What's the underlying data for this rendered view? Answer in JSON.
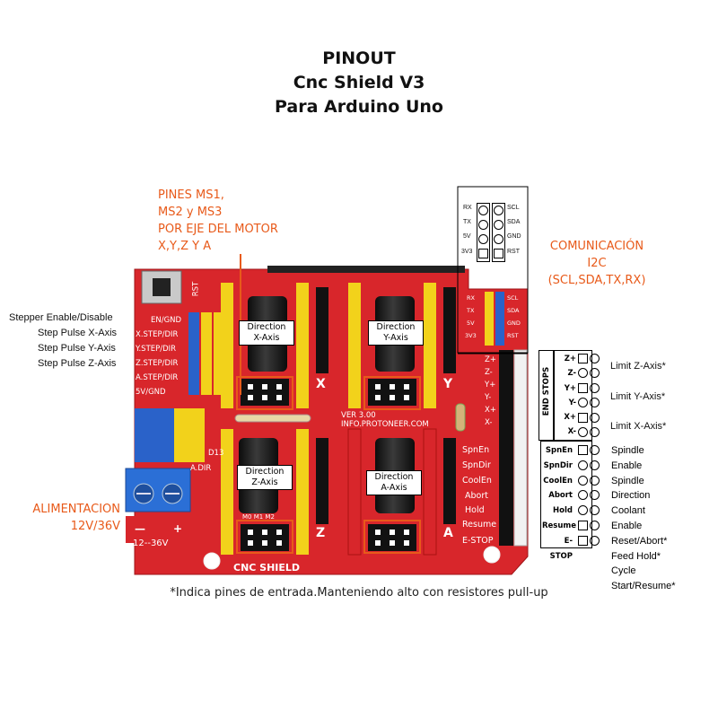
{
  "title": {
    "line1": "PINOUT",
    "line2": "Cnc Shield V3",
    "line3": "Para Arduino Uno"
  },
  "annotations": {
    "ms_pins": [
      "PINES MS1,",
      "MS2 y MS3",
      "POR EJE DEL MOTOR",
      "X,Y,Z Y A"
    ],
    "i2c": [
      "COMUNICACIÓN",
      "I2C",
      "(SCL,SDA,TX,RX)"
    ],
    "power": [
      "ALIMENTACION",
      "12V/36V"
    ],
    "left_labels": [
      "Stepper Enable/Disable",
      "Step Pulse X-Axis",
      "Step Pulse Y-Axis",
      "Step Pulse Z-Axis"
    ],
    "footnote": "*Indica pines de entrada.Manteniendo alto con resistores pull-up"
  },
  "direction_tags": {
    "x": [
      "Direction",
      "X-Axis"
    ],
    "y": [
      "Direction",
      "Y-Axis"
    ],
    "z": [
      "Direction",
      "Z-Axis"
    ],
    "a": [
      "Direction",
      "A-Axis"
    ]
  },
  "board": {
    "name": "CNC SHIELD",
    "version": "VER 3.00",
    "url": "INFO.PROTONEER.COM",
    "rst": "RST",
    "power_range": "12--36V",
    "power_minus": "—",
    "power_plus": "+",
    "left_header": [
      "EN/GND",
      "X.STEP/DIR",
      "Y.STEP/DIR",
      "Z.STEP/DIR",
      "A.STEP/DIR",
      "5V/GND"
    ],
    "axis_letters": [
      "X",
      "Y",
      "Z",
      "A"
    ],
    "driver_pins": "M0 M1 M2",
    "a_dir": "A.DIR",
    "d13": "D13",
    "endstops_silk": [
      "Z+",
      "Z-",
      "Y+",
      "Y-",
      "X+",
      "X-"
    ],
    "spindle_silk": [
      "SpnEn",
      "SpnDir",
      "CoolEn",
      "Abort",
      "Hold",
      "Resume",
      "E-STOP"
    ],
    "i2c_silk_left": [
      "RX",
      "TX",
      "5V",
      "3V3"
    ],
    "i2c_silk_right": [
      "SCL",
      "SDA",
      "GND",
      "RST"
    ]
  },
  "inset": {
    "left": [
      "RX",
      "TX",
      "5V",
      "3V3"
    ],
    "right": [
      "SCL",
      "SDA",
      "GND",
      "RST"
    ]
  },
  "pin_table": {
    "end_stops_label": "END STOPS",
    "end_stops": [
      "Z+",
      "Z-",
      "Y+",
      "Y-",
      "X+",
      "X-"
    ],
    "limits": [
      "Limit Z-Axis*",
      "Limit Y-Axis*",
      "Limit X-Axis*"
    ],
    "controls": [
      "SpnEn",
      "SpnDir",
      "CoolEn",
      "Abort",
      "Hold",
      "Resume",
      "E-STOP"
    ],
    "descriptions": [
      "Spindle Enable",
      "Spindle Direction",
      "Coolant Enable",
      "Reset/Abort*",
      "Feed Hold*",
      "Cycle Start/Resume*"
    ]
  },
  "colors": {
    "board": "#d8262b",
    "header_yellow": "#f2d21b",
    "header_blue": "#2a62c9",
    "annotation": "#e85a1a",
    "capacitor": "#1c1c1c",
    "terminal": "#2b6fd6"
  }
}
